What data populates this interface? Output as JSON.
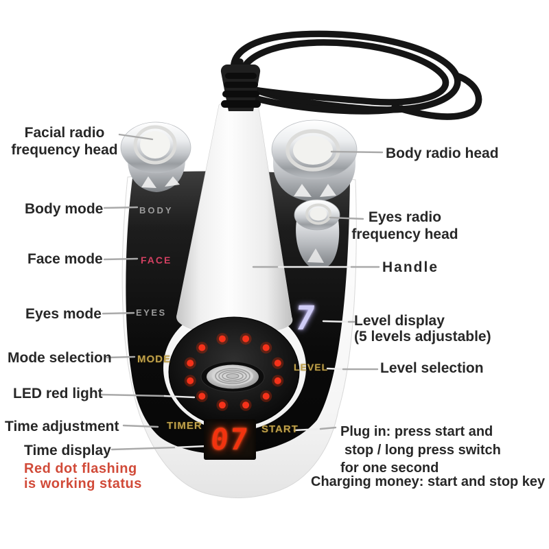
{
  "callouts": {
    "facial_head": {
      "line1": "Facial radio",
      "line2": "frequency head"
    },
    "body_mode": "Body mode",
    "face_mode": "Face mode",
    "eyes_mode": "Eyes mode",
    "mode_selection": "Mode selection",
    "led_red_light": "LED red light",
    "time_adjustment": "Time adjustment",
    "time_display": "Time display",
    "working_status_note": {
      "line1": "Red dot flashing",
      "line2": "is working status"
    },
    "body_radio_head": "Body radio head",
    "eyes_head": {
      "line1": "Eyes radio",
      "line2": "frequency head"
    },
    "handle": "Handle",
    "level_display": {
      "line1": "Level display",
      "line2": "(5 levels adjustable)"
    },
    "level_selection": "Level selection",
    "start_note": {
      "line1": "Plug in: press start and",
      "line2": "stop / long press switch",
      "line3": "for one second",
      "line4": "Charging money: start and stop key"
    }
  },
  "panel": {
    "body_label": "BODY",
    "face_label": "FACE",
    "eyes_label": "EYES",
    "mode_label": "MODE",
    "level_label": "LEVEL",
    "timer_label": "TIMER",
    "start_label": "START",
    "level_value": "7",
    "timer_value": "07"
  },
  "colors": {
    "gold_print": "#bfa04a",
    "face_print_pink": "#d24061",
    "gray_print": "#9c9c9c",
    "timer_digit_red": "#f2330f",
    "level_digit_lavender": "#cfccf6",
    "note_red": "#d14a38",
    "label_dark": "#272727"
  }
}
